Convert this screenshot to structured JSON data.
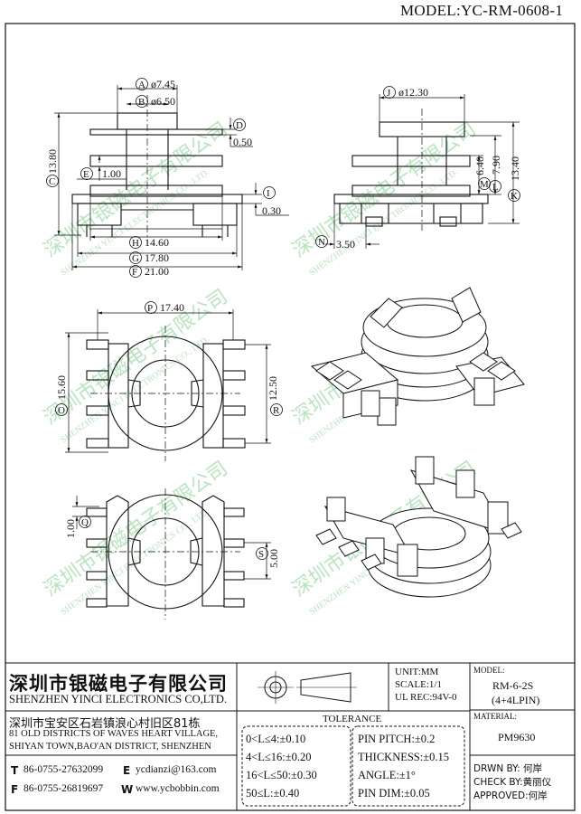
{
  "header": {
    "model_title": "MODEL:YC-RM-0608-1"
  },
  "dimensions": {
    "A": {
      "letter": "A",
      "value": "ø7.45"
    },
    "B": {
      "letter": "B",
      "value": "ø6.50"
    },
    "C": {
      "letter": "C",
      "value": "13.80"
    },
    "D": {
      "letter": "D",
      "value": "0.50"
    },
    "E": {
      "letter": "E",
      "value": "1.00"
    },
    "F": {
      "letter": "F",
      "value": "21.00"
    },
    "G": {
      "letter": "G",
      "value": "17.80"
    },
    "H": {
      "letter": "H",
      "value": "14.60"
    },
    "I": {
      "letter": "I",
      "value": "0.30"
    },
    "J": {
      "letter": "J",
      "value": "ø12.30"
    },
    "K": {
      "letter": "K",
      "value": "13.40"
    },
    "L": {
      "letter": "L",
      "value": "7.90"
    },
    "M": {
      "letter": "M",
      "value": "6.40"
    },
    "N": {
      "letter": "N",
      "value": "3.50"
    },
    "O": {
      "letter": "O",
      "value": "15.60"
    },
    "P": {
      "letter": "P",
      "value": "17.40"
    },
    "Q": {
      "letter": "Q",
      "value": "1.00"
    },
    "R": {
      "letter": "R",
      "value": "12.50"
    },
    "S": {
      "letter": "S",
      "value": "5.00"
    }
  },
  "watermark": {
    "cn": "深圳市银磁电子有限公司",
    "en": "SHENZHEN YINCI ELECTRONICS CO., LTD."
  },
  "title_block": {
    "company_cn": "深圳市银磁电子有限公司",
    "company_en": "SHENZHEN YINCI ELECTRONICS CO,LTD.",
    "address_cn": "深圳市宝安区石岩镇浪心村旧区81栋",
    "address_en1": "81 OLD DISTRICTS OF WAVES HEART VILLAGE,",
    "address_en2": "SHIYAN TOWN,BAO'AN DISTRICT, SHENZHEN",
    "tel_label": "T",
    "tel": "86-0755-27632099",
    "fax_label": "F",
    "fax": "86-0755-26819697",
    "email_label": "E",
    "email": "ycdianzi@163.com",
    "web_label": "W",
    "web": "www.ycbobbin.com",
    "unit": "UNIT:MM",
    "scale": "SCALE:1/1",
    "ul": "UL REC:94V-0",
    "tolerance_title": "TOLERANCE",
    "tol": [
      "0<L≤4:±0.10",
      "4<L≤16:±0.20",
      "16<L≤50:±0.30",
      "50≤L:±0.40"
    ],
    "pin": [
      "PIN PITCH:±0.2",
      "THICKNESS:±0.15",
      "ANGLE:±1°",
      "PIN DIM:±0.05"
    ],
    "model_label": "MODEL:",
    "model_value": "RM-6-2S",
    "model_sub": "(4+4LPIN)",
    "material_label": "MATERIAL:",
    "material_value": "PM9630",
    "drwn": "DRWN BY: 何岸",
    "check": "CHECK BY:黄丽仪",
    "approved": "APPROVED:何岸"
  }
}
